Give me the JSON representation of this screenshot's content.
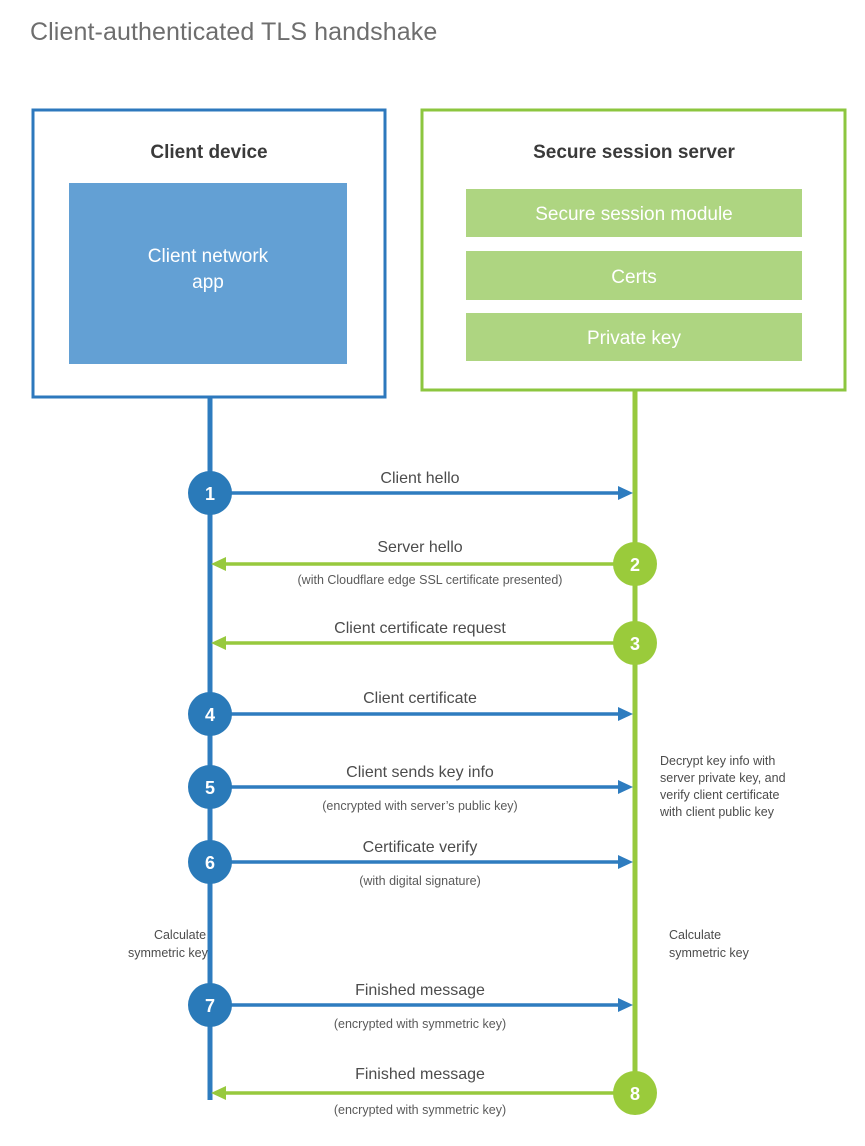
{
  "title": "Client-authenticated TLS handshake",
  "colors": {
    "blue_line": "#2e7cbf",
    "blue_circle": "#2a7ab9",
    "blue_fill": "#63a0d4",
    "blue_border": "#2d78bd",
    "green_line": "#97c93d",
    "green_circle": "#9acb3b",
    "green_fill": "#aed581",
    "green_border": "#8cc63f",
    "title_text": "#6e6e6e",
    "body_text": "#4c4c4c"
  },
  "client_box": {
    "title": "Client device",
    "inner": {
      "label_line1": "Client network",
      "label_line2": "app"
    }
  },
  "server_box": {
    "title": "Secure session server",
    "items": [
      {
        "label": "Secure session module"
      },
      {
        "label": "Certs"
      },
      {
        "label": "Private key"
      }
    ]
  },
  "annotations": {
    "client_calculate_line1": "Calculate",
    "client_calculate_line2": "symmetric key",
    "server_calculate_line1": "Calculate",
    "server_calculate_line2": "symmetric key",
    "server_decrypt_line1": "Decrypt key info with",
    "server_decrypt_line2": "server private key, and",
    "server_decrypt_line3": "verify client certificate",
    "server_decrypt_line4": "with client public key"
  },
  "steps": [
    {
      "number": "1",
      "label": "Client hello",
      "sub": "",
      "direction": "right",
      "color": "blue"
    },
    {
      "number": "2",
      "label": "Server hello",
      "sub": "(with Cloudflare edge SSL certificate presented)",
      "direction": "left",
      "color": "green"
    },
    {
      "number": "3",
      "label": "Client certificate request",
      "sub": "",
      "direction": "left",
      "color": "green"
    },
    {
      "number": "4",
      "label": "Client certificate",
      "sub": "",
      "direction": "right",
      "color": "blue"
    },
    {
      "number": "5",
      "label": "Client sends key info",
      "sub": "(encrypted with server’s public key)",
      "direction": "right",
      "color": "blue"
    },
    {
      "number": "6",
      "label": "Certificate verify",
      "sub": "(with digital signature)",
      "direction": "right",
      "color": "blue"
    },
    {
      "number": "7",
      "label": "Finished message",
      "sub": "(encrypted with symmetric key)",
      "direction": "right",
      "color": "blue"
    },
    {
      "number": "8",
      "label": "Finished message",
      "sub": "(encrypted with symmetric key)",
      "direction": "left",
      "color": "green"
    }
  ]
}
